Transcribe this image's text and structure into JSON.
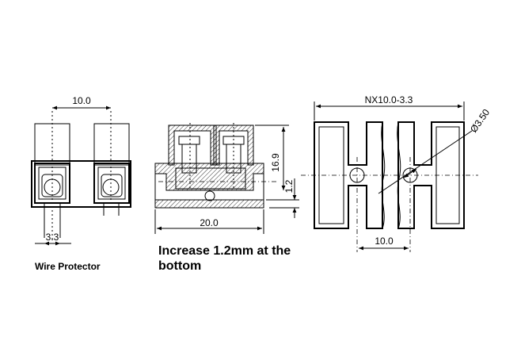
{
  "front_view": {
    "pitch_label": "10.0",
    "width_label": "3.3",
    "caption": "Wire Protector"
  },
  "side_view": {
    "height_label": "16.9",
    "bottom_label": "1.2",
    "length_label": "20.0",
    "note_line1": "Increase 1.2mm at the",
    "note_line2": "bottom"
  },
  "top_view": {
    "series_label": "NX10.0-3.3",
    "hole_label": "Ø3.50",
    "pitch_label": "10.0"
  }
}
